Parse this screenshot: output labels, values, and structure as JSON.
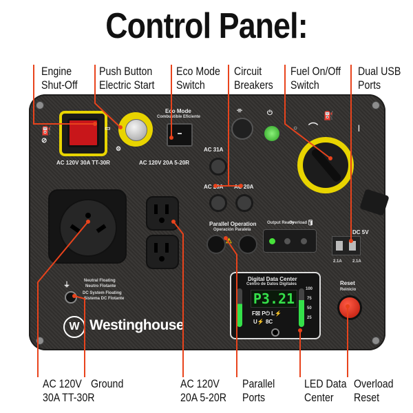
{
  "title": "Control Panel:",
  "callouts_top": {
    "engine": [
      "Engine",
      "Shut-Off"
    ],
    "push": [
      "Push Button",
      "Electric Start"
    ],
    "eco": [
      "Eco Mode",
      "Switch"
    ],
    "circuit": [
      "Circuit",
      "Breakers"
    ],
    "fuel": [
      "Fuel On/Off",
      "Switch"
    ],
    "usb": [
      "Dual USB",
      "Ports"
    ]
  },
  "callouts_bottom": {
    "ac30": [
      "AC 120V",
      "30A TT-30R"
    ],
    "ground": [
      "Ground"
    ],
    "ac20": [
      "AC 120V",
      "20A 5-20R"
    ],
    "parallel": [
      "Parallel",
      "Ports"
    ],
    "led": [
      "LED Data",
      "Center"
    ],
    "overload": [
      "Overload",
      "Reset"
    ]
  },
  "panel": {
    "eco_title": "Eco Mode",
    "eco_sub": "Combustible Eficiente",
    "tt30_label": "AC 120V 30A TT-30R",
    "r520_label": "AC 120V 20A 5-20R",
    "breaker_31": "AC 31A",
    "breaker_20a": "AC 20A",
    "breaker_20b": "AC 20A",
    "parallel_title": "Parallel Operation",
    "parallel_sub": "Operación Paralela",
    "output_ready": "Output Ready",
    "overload": "Overload",
    "dc5v": "DC 5V",
    "usb1": "2.1A",
    "usb2": "2.1A",
    "neutral": "Neutral Floating",
    "neutral_es": "Neutro Flotante",
    "dc_system": "DC System Floating",
    "dc_system_es": "Sistema DC Flotante",
    "ddc_title": "Digital Data Center",
    "ddc_sub": "Centro de Datos Digitales",
    "display": "P3.21",
    "pct_100": "100",
    "pct_75": "75",
    "pct_50": "50",
    "pct_25": "25",
    "reset": "Reset",
    "reset_sub": "Reinicio",
    "brand": "Westinghouse",
    "brand_mark": "W"
  },
  "colors": {
    "accent_orange": "#e8431c",
    "yellow": "#e8d400",
    "rocker_red": "#c8161a",
    "led_green": "#3fd23a",
    "display_green": "#35e04a"
  }
}
